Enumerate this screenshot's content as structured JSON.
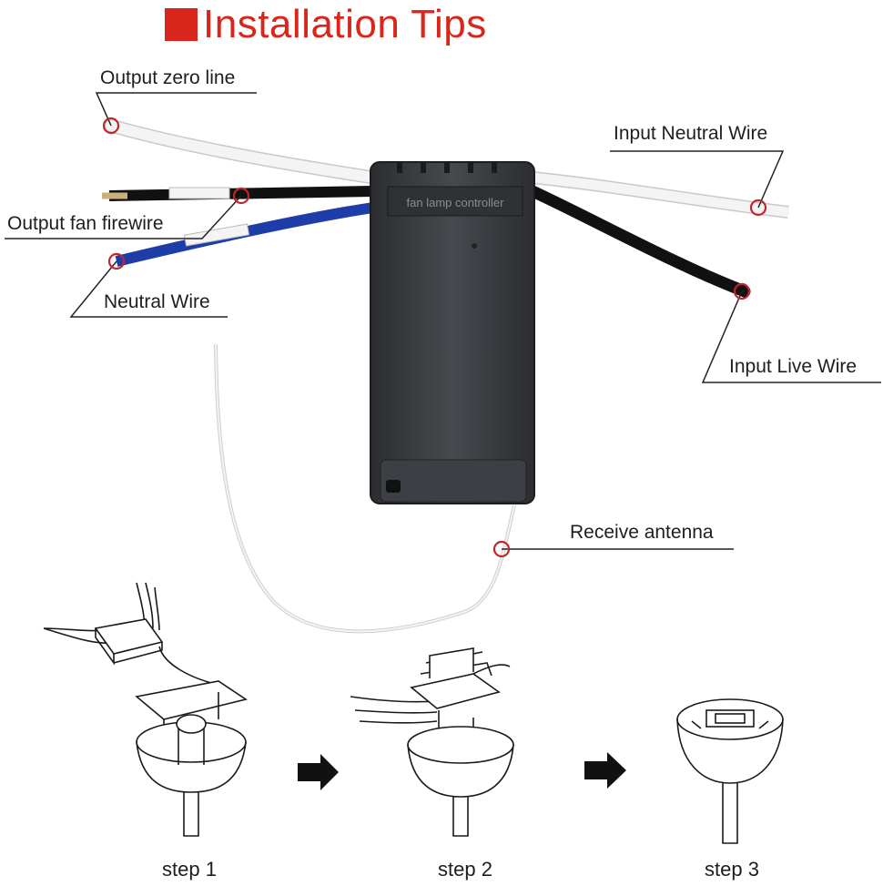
{
  "title": {
    "text": "Installation Tips",
    "color": "#d9261c"
  },
  "labels": {
    "output_zero_line": "Output zero line",
    "output_fan_firewire": "Output fan firewire",
    "neutral_wire": "Neutral Wire",
    "input_neutral_wire": "Input Neutral Wire",
    "input_live_wire": "Input Live Wire",
    "receive_antenna": "Receive antenna"
  },
  "device": {
    "label_text": "fan lamp controller",
    "body_color": "#3a3d40"
  },
  "steps": [
    "step 1",
    "step 2",
    "step 3"
  ],
  "colors": {
    "marker": "#c0272d",
    "blue_wire": "#1f3da8",
    "black_wire": "#151515",
    "white_wire": "#f2f2f2"
  }
}
